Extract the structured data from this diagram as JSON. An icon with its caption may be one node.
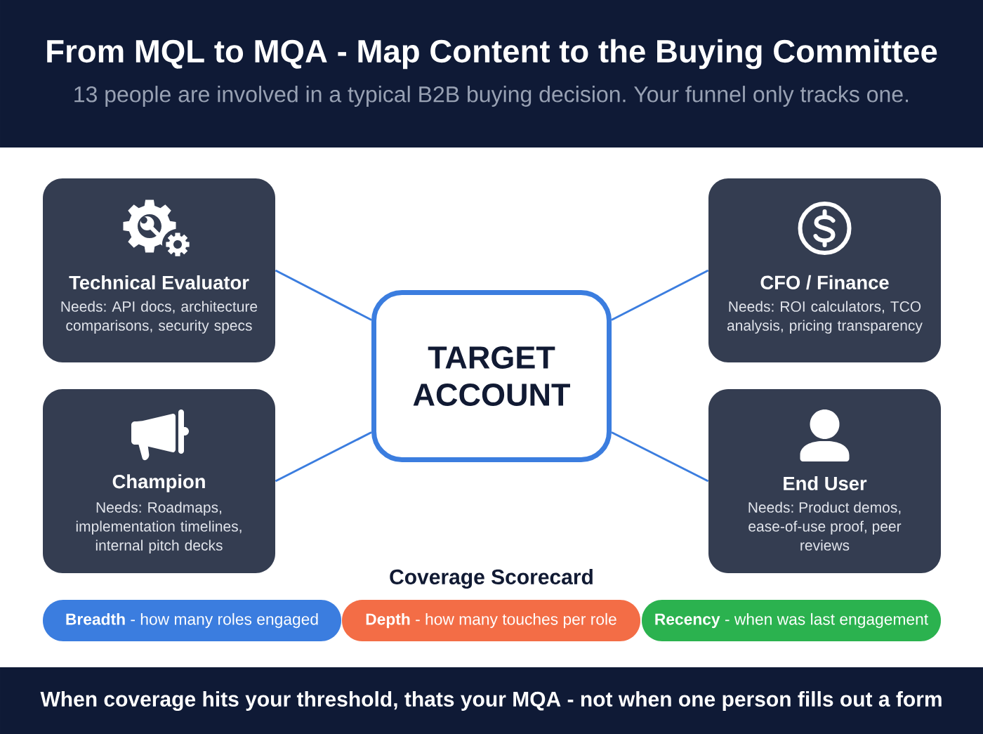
{
  "diagram": {
    "title": "From MQL to MQA - Map Content to the Buying Committee",
    "nodes": [
      {
        "text": [
          "Technical Evaluator",
          "Needs: API docs, architecture comparisons, security specs"
        ]
      },
      {
        "text": [
          "CFO / Finance",
          "Needs: ROI calculators, TCO analysis, pricing transparency"
        ]
      },
      {
        "text": [
          "TARGET ACCOUNT"
        ]
      },
      {
        "text": [
          "Champion",
          "Needs: Roadmaps, implementation timelines, internal pitch decks"
        ]
      },
      {
        "text": [
          "End User",
          "Needs: Product demos, ease-of-use proof, peer reviews"
        ]
      },
      {
        "text": [
          "**Breadth** - how many roles engaged"
        ]
      },
      {
        "text": [
          "**Depth** - how many touches per role"
        ]
      },
      {
        "text": [
          "**Recency** - when was last engagement"
        ]
      }
    ],
    "edges": [
      {
        "from": 2,
        "to": 0,
        "arrow": "none"
      },
      {
        "from": 2,
        "to": 1,
        "arrow": "none"
      },
      {
        "from": 2,
        "to": 3,
        "arrow": "none"
      },
      {
        "from": 2,
        "to": 4,
        "arrow": "none"
      }
    ],
    "labels": [
      "13 people are involved in a typical B2B buying decision. Your funnel only tracks one.",
      "Coverage Scorecard",
      "When coverage hits your threshold, thats your MQA - not when one person fills out a form"
    ]
  }
}
